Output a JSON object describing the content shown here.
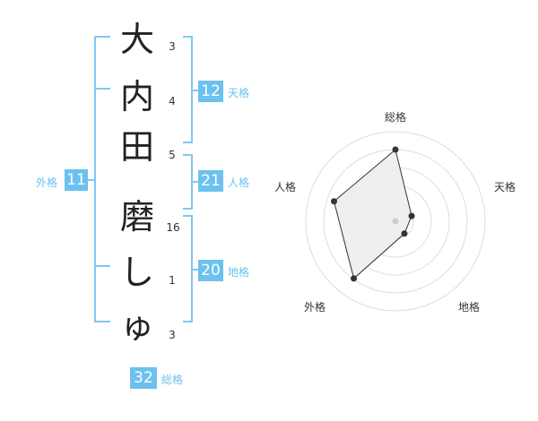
{
  "name": {
    "characters": [
      "大",
      "内",
      "田",
      "磨",
      "し",
      "ゅ"
    ],
    "strokes": [
      "3",
      "4",
      "5",
      "16",
      "1",
      "3"
    ]
  },
  "scores": {
    "tenkaku": {
      "value": "12",
      "label": "天格"
    },
    "jinkaku": {
      "value": "21",
      "label": "人格"
    },
    "chikaku": {
      "value": "20",
      "label": "地格"
    },
    "gaikaku": {
      "value": "11",
      "label": "外格"
    },
    "soukaku": {
      "value": "32",
      "label": "総格"
    }
  },
  "radar": {
    "labels": {
      "top": "総格",
      "right": "天格",
      "bottom_right": "地格",
      "bottom_left": "外格",
      "left": "人格"
    },
    "values": {
      "soukaku": 0.8,
      "tenkaku": 0.19,
      "chikaku": 0.17,
      "gaikaku": 0.79,
      "jinkaku": 0.72
    },
    "colors": {
      "ring": "#dddddd",
      "fill": "#ededed",
      "line": "#333333",
      "center": "#cccccc"
    }
  }
}
